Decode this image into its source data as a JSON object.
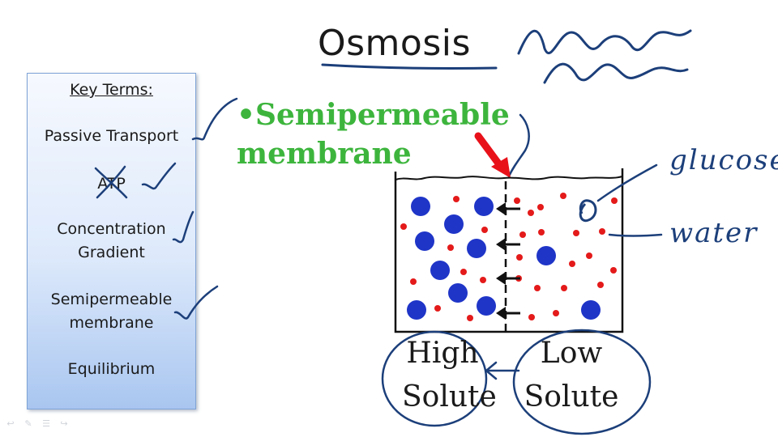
{
  "title": "Osmosis",
  "key_terms": {
    "heading": "Key Terms:",
    "items": [
      "Passive Transport",
      "ATP",
      "Concentration",
      "Gradient",
      "Semipermeable",
      "membrane",
      "Equilibrium"
    ]
  },
  "diagram": {
    "label_line1": "•Semipermeable",
    "label_line2": "membrane",
    "left_label": [
      "High",
      "Solute"
    ],
    "right_label": [
      "Low",
      "Solute"
    ]
  },
  "handwriting": {
    "glucose": "glucose",
    "water": "water"
  },
  "colors": {
    "ink": "#1c3f7a",
    "green_text": "#3db53d",
    "red_arrow": "#e8111a",
    "solute_blue": "#1f35c8",
    "water_red": "#e41a1a"
  },
  "toolbar_icons": [
    "undo-icon",
    "pen-icon",
    "menu-icon",
    "redo-icon"
  ]
}
